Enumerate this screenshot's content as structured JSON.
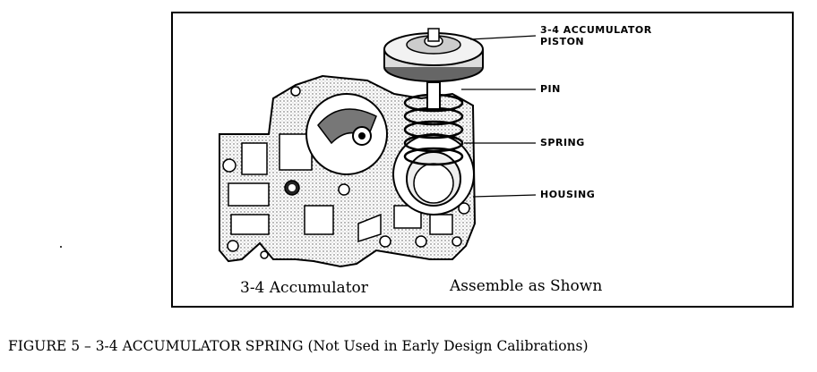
{
  "callouts": {
    "piston": "3-4 ACCUMULATOR",
    "piston_line2": "PISTON",
    "pin": "PIN",
    "spring": "SPRING",
    "housing": "HOUSING"
  },
  "subtitle_left": "3-4 Accumulator",
  "subtitle_right": "Assemble as Shown",
  "caption": "FIGURE 5 – 3-4 ACCUMULATOR SPRING (Not Used in Early Design Calibrations)"
}
